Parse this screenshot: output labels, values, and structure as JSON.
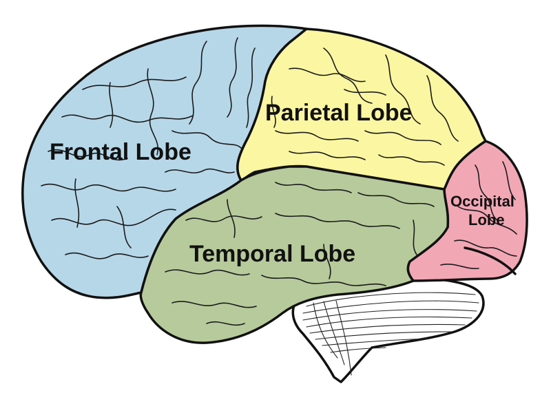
{
  "diagram": {
    "lobes": [
      {
        "id": "frontal",
        "label": "Frontal Lobe",
        "color": "#b6d7e8"
      },
      {
        "id": "parietal",
        "label": "Parietal Lobe",
        "color": "#fbf6a1"
      },
      {
        "id": "temporal",
        "label": "Temporal Lobe",
        "color": "#b7ca9c"
      },
      {
        "id": "occipital",
        "label_line1": "Occipital",
        "label_line2": "Lobe",
        "color": "#f2a7b5"
      }
    ],
    "outline_color": "#111111",
    "background": "#ffffff"
  }
}
